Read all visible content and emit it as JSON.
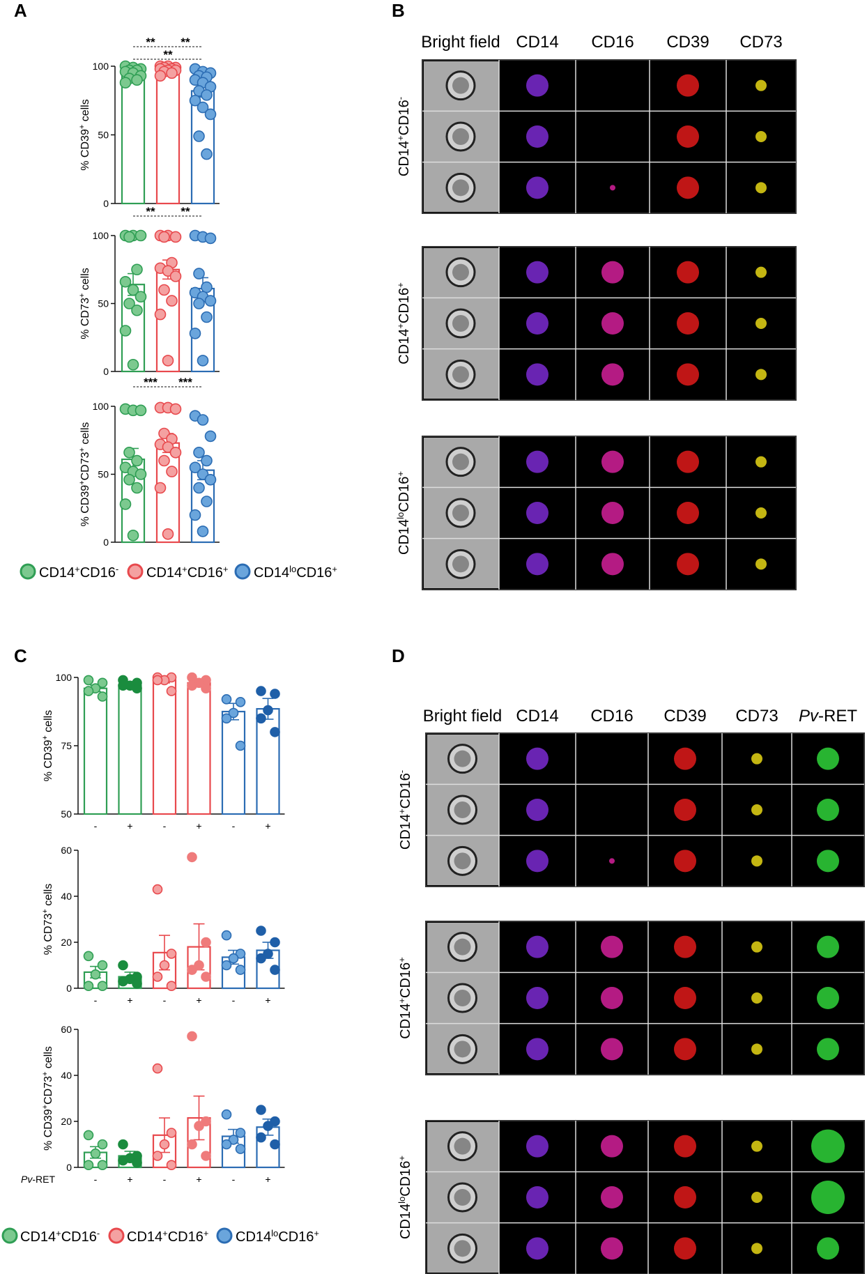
{
  "panels": {
    "a": "A",
    "b": "B",
    "c": "C",
    "d": "D"
  },
  "colors": {
    "green": "#2f9e54",
    "green_fill": "#7cc98f",
    "green_dark": "#1a8c3e",
    "red": "#e8494d",
    "red_fill": "#f4a1a1",
    "red_dark": "#ef7b7b",
    "blue": "#2b6cb3",
    "blue_fill": "#6aa5dc",
    "blue_dark": "#1f5fa8"
  },
  "legend": {
    "g1": {
      "base": "CD14",
      "sup1": "+",
      "mid": "CD16",
      "sup2": "-"
    },
    "g2": {
      "base": "CD14",
      "sup1": "+",
      "mid": "CD16",
      "sup2": "+"
    },
    "g3": {
      "base": "CD14",
      "sup1": "lo",
      "mid": "CD16",
      "sup2": "+"
    }
  },
  "imaging_b": {
    "columns": [
      "Bright field",
      "CD14",
      "CD16",
      "CD39",
      "CD73"
    ],
    "rows": [
      {
        "base": "CD14",
        "sup1": "+",
        "mid": "CD16",
        "sup2": "-"
      },
      {
        "base": "CD14",
        "sup1": "+",
        "mid": "CD16",
        "sup2": "+"
      },
      {
        "base": "CD14",
        "sup1": "lo",
        "mid": "CD16",
        "sup2": "+"
      }
    ]
  },
  "imaging_d": {
    "columns": [
      "Bright field",
      "CD14",
      "CD16",
      "CD39",
      "CD73"
    ],
    "last_column": {
      "italic": "Pv",
      "rest": "-RET"
    },
    "rows": [
      {
        "base": "CD14",
        "sup1": "+",
        "mid": "CD16",
        "sup2": "-"
      },
      {
        "base": "CD14",
        "sup1": "+",
        "mid": "CD16",
        "sup2": "+"
      },
      {
        "base": "CD14",
        "sup1": "lo",
        "mid": "CD16",
        "sup2": "+"
      }
    ]
  },
  "chart_data": [
    {
      "panel": "A",
      "type": "bar",
      "ylim": [
        0,
        100
      ],
      "yticks": [
        "0",
        "50",
        "100"
      ],
      "ylabel": {
        "pre": "% CD39",
        "sup": "+",
        "post": " cells"
      },
      "categories": [
        "CD14+CD16-",
        "CD14+CD16+",
        "CD14loCD16+"
      ],
      "values": [
        94,
        98,
        82
      ],
      "errors": [
        1.5,
        1.0,
        4.5
      ],
      "points": [
        [
          100,
          99,
          98,
          97,
          97,
          96,
          95,
          93,
          91,
          90,
          88
        ],
        [
          100,
          100,
          99,
          99,
          98,
          98,
          97,
          97,
          96,
          95,
          93
        ],
        [
          98,
          96,
          95,
          93,
          92,
          90,
          88,
          85,
          82,
          79,
          75,
          70,
          65,
          49,
          36
        ]
      ],
      "significance": [
        {
          "from": 0,
          "to": 1,
          "label": "**",
          "level": 0
        },
        {
          "from": 1,
          "to": 2,
          "label": "**",
          "level": 0
        },
        {
          "from": 0,
          "to": 2,
          "label": "**",
          "level": 1
        }
      ]
    },
    {
      "panel": "A",
      "type": "bar",
      "ylim": [
        0,
        100
      ],
      "yticks": [
        "0",
        "50",
        "100"
      ],
      "ylabel": {
        "pre": "% CD73",
        "sup": "+",
        "post": " cells"
      },
      "categories": [
        "CD14+CD16-",
        "CD14+CD16+",
        "CD14loCD16+"
      ],
      "values": [
        64,
        75,
        61
      ],
      "errors": [
        8,
        7,
        8
      ],
      "points": [
        [
          100,
          100,
          100,
          99,
          75,
          66,
          60,
          55,
          50,
          45,
          30,
          5
        ],
        [
          100,
          100,
          99,
          99,
          80,
          76,
          74,
          70,
          60,
          52,
          42,
          8
        ],
        [
          100,
          99,
          98,
          72,
          62,
          58,
          55,
          52,
          50,
          40,
          28,
          8
        ]
      ],
      "significance": [
        {
          "from": 0,
          "to": 1,
          "label": "**",
          "level": 0
        },
        {
          "from": 1,
          "to": 2,
          "label": "**",
          "level": 0
        }
      ]
    },
    {
      "panel": "A",
      "type": "bar",
      "ylim": [
        0,
        100
      ],
      "yticks": [
        "0",
        "50",
        "100"
      ],
      "ylabel": {
        "pre": "% CD39",
        "sup": "+",
        "mid": "CD73",
        "sup2": "+",
        "post": " cells"
      },
      "categories": [
        "CD14+CD16-",
        "CD14+CD16+",
        "CD14loCD16+"
      ],
      "values": [
        61,
        73,
        53
      ],
      "errors": [
        8,
        7,
        7
      ],
      "points": [
        [
          98,
          97,
          97,
          66,
          60,
          55,
          52,
          50,
          46,
          40,
          28,
          5
        ],
        [
          99,
          99,
          98,
          80,
          76,
          72,
          70,
          66,
          60,
          52,
          40,
          6
        ],
        [
          93,
          90,
          78,
          66,
          60,
          55,
          50,
          46,
          40,
          30,
          20,
          8
        ]
      ],
      "significance": [
        {
          "from": 0,
          "to": 1,
          "label": "***",
          "level": 0
        },
        {
          "from": 1,
          "to": 2,
          "label": "***",
          "level": 0
        }
      ]
    },
    {
      "panel": "C",
      "type": "bar",
      "ylim": [
        50,
        100
      ],
      "yticks": [
        "50",
        "75",
        "100"
      ],
      "ylabel": {
        "pre": "% CD39",
        "sup": "+",
        "post": " cells"
      },
      "xtick_header": {
        "italic": "Pv",
        "rest": "-RET"
      },
      "categories": [
        "-",
        "+",
        "-",
        "+",
        "-",
        "+"
      ],
      "values": [
        96,
        97,
        99,
        98,
        87.5,
        88.5
      ],
      "errors": [
        1.2,
        0.8,
        1.0,
        1.0,
        3.0,
        3.8
      ],
      "points": [
        [
          99,
          98,
          96,
          95,
          93
        ],
        [
          99,
          98,
          97,
          97,
          96
        ],
        [
          100,
          100,
          99,
          99,
          95
        ],
        [
          100,
          99,
          98,
          97,
          96
        ],
        [
          92,
          91,
          87,
          85,
          75
        ],
        [
          95,
          94,
          88,
          85,
          80
        ]
      ]
    },
    {
      "panel": "C",
      "type": "bar",
      "ylim": [
        0,
        60
      ],
      "yticks": [
        "0",
        "20",
        "40",
        "60"
      ],
      "ylabel": {
        "pre": "% CD73",
        "sup": "+",
        "post": " cells"
      },
      "categories": [
        "-",
        "+",
        "-",
        "+",
        "-",
        "+"
      ],
      "values": [
        7,
        5,
        15.5,
        18,
        13.5,
        16.5
      ],
      "errors": [
        2.5,
        2.0,
        7.5,
        10,
        3.0,
        3.5
      ],
      "points": [
        [
          14,
          10,
          6,
          1,
          1
        ],
        [
          10,
          5,
          4,
          3,
          2
        ],
        [
          43,
          15,
          10,
          5,
          1
        ],
        [
          57,
          20,
          10,
          8,
          5
        ],
        [
          23,
          15,
          13,
          10,
          8
        ],
        [
          25,
          20,
          15,
          13,
          8
        ]
      ]
    },
    {
      "panel": "C",
      "type": "bar",
      "ylim": [
        0,
        60
      ],
      "yticks": [
        "0",
        "20",
        "40",
        "60"
      ],
      "ylabel": {
        "pre": "% CD39",
        "sup": "+",
        "mid": "CD73",
        "sup2": "+",
        "post": " cells"
      },
      "categories": [
        "-",
        "+",
        "-",
        "+",
        "-",
        "+"
      ],
      "values": [
        6.5,
        5,
        14,
        21.5,
        13.5,
        17.5
      ],
      "errors": [
        2.5,
        2.0,
        7.5,
        9.5,
        3.0,
        3.5
      ],
      "points": [
        [
          14,
          10,
          6,
          1,
          1
        ],
        [
          10,
          5,
          4,
          3,
          2
        ],
        [
          43,
          15,
          10,
          5,
          1
        ],
        [
          57,
          20,
          18,
          10,
          5
        ],
        [
          23,
          15,
          12,
          10,
          8
        ],
        [
          25,
          20,
          18,
          13,
          10
        ]
      ]
    }
  ]
}
